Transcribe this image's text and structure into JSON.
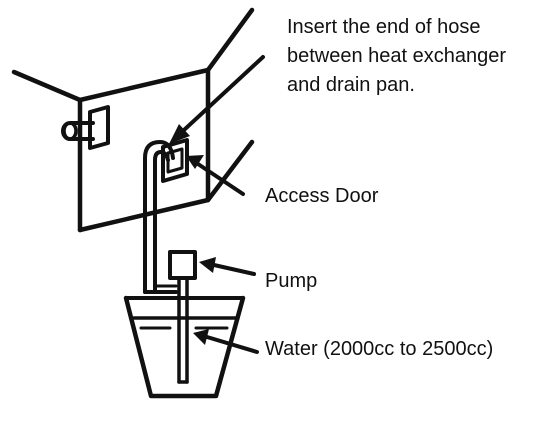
{
  "labels": {
    "instruction": {
      "line1": "Insert the end of hose",
      "line2": "between heat exchanger",
      "line3": "and drain pan."
    },
    "access_door": "Access Door",
    "pump": "Pump",
    "water": "Water (2000cc to 2500cc)"
  },
  "colors": {
    "line": "#111111",
    "background": "#ffffff"
  }
}
